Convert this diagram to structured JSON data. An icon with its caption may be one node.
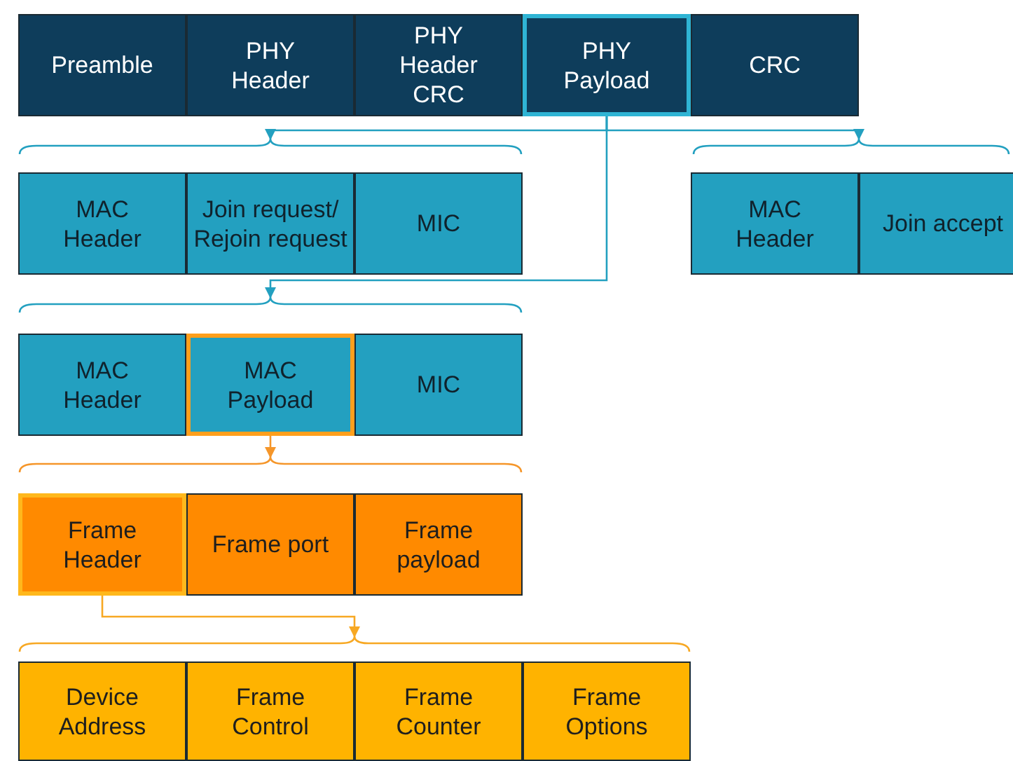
{
  "diagram": {
    "nodes": [
      {
        "text": [
          "Preamble"
        ]
      },
      {
        "text": [
          "PHY Header"
        ]
      },
      {
        "text": [
          "PHY Header CRC"
        ]
      },
      {
        "text": [
          "PHY Payload"
        ]
      },
      {
        "text": [
          "CRC"
        ]
      },
      {
        "text": [],
        "shape": "brace"
      },
      {
        "text": [],
        "shape": "brace"
      },
      {
        "text": [
          "MAC Header"
        ]
      },
      {
        "text": [
          "Join request/ Rejoin request"
        ]
      },
      {
        "text": [
          "MIC"
        ]
      },
      {
        "text": [
          "MAC Header"
        ]
      },
      {
        "text": [
          "Join accept"
        ]
      },
      {
        "text": [],
        "shape": "brace"
      },
      {
        "text": [
          "MAC Header"
        ]
      },
      {
        "text": [
          "MAC Payload"
        ]
      },
      {
        "text": [
          "MIC"
        ]
      },
      {
        "text": [],
        "shape": "brace"
      },
      {
        "text": [
          "Frame Header"
        ]
      },
      {
        "text": [
          "Frame port"
        ]
      },
      {
        "text": [
          "Frame payload"
        ]
      },
      {
        "text": [],
        "shape": "brace"
      },
      {
        "text": [
          "Device Address"
        ]
      },
      {
        "text": [
          "Frame Control"
        ]
      },
      {
        "text": [
          "Frame Counter"
        ]
      },
      {
        "text": [
          "Frame Options"
        ]
      }
    ],
    "edges": [
      {
        "from": 3,
        "to": 5,
        "arrow": "to"
      },
      {
        "from": 3,
        "to": 6,
        "arrow": "to"
      },
      {
        "from": 3,
        "to": 12,
        "arrow": "to"
      },
      {
        "from": 14,
        "to": 16,
        "arrow": "to",
        "color": "#f5962a"
      },
      {
        "from": 17,
        "to": 20,
        "arrow": "to",
        "color": "#f7a823"
      }
    ]
  }
}
